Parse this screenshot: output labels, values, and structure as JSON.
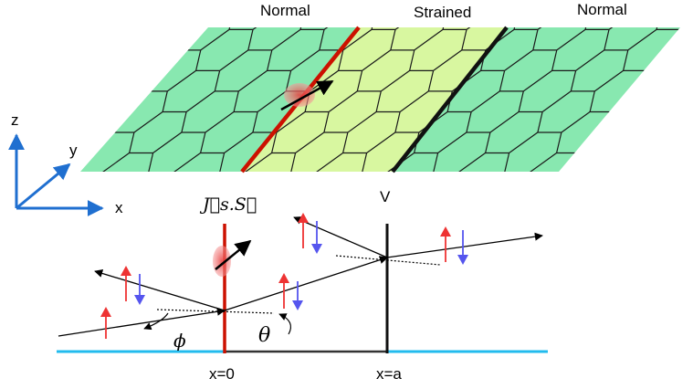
{
  "regions": {
    "left": "Normal",
    "middle": "Strained",
    "right": "Normal"
  },
  "axes": {
    "z": "z",
    "y": "y",
    "x": "x"
  },
  "barriers": {
    "left_label": "J⃗s.S⃗",
    "right_label": "V"
  },
  "positions": {
    "left": "x=0",
    "right": "x=a"
  },
  "angles": {
    "incident": "ϕ",
    "refracted": "θ"
  },
  "colors": {
    "lattice_fill": "#88e8b0",
    "strained_fill": "#d8f7a0",
    "hex_stroke": "#1a1a1a",
    "barrier_red": "#cc1100",
    "barrier_black": "#111111",
    "spin_up": "#ee3333",
    "spin_down": "#5555ee",
    "ground": "#22bbee",
    "axis_blue": "#1f6fd0",
    "impurity": "#f08080"
  }
}
